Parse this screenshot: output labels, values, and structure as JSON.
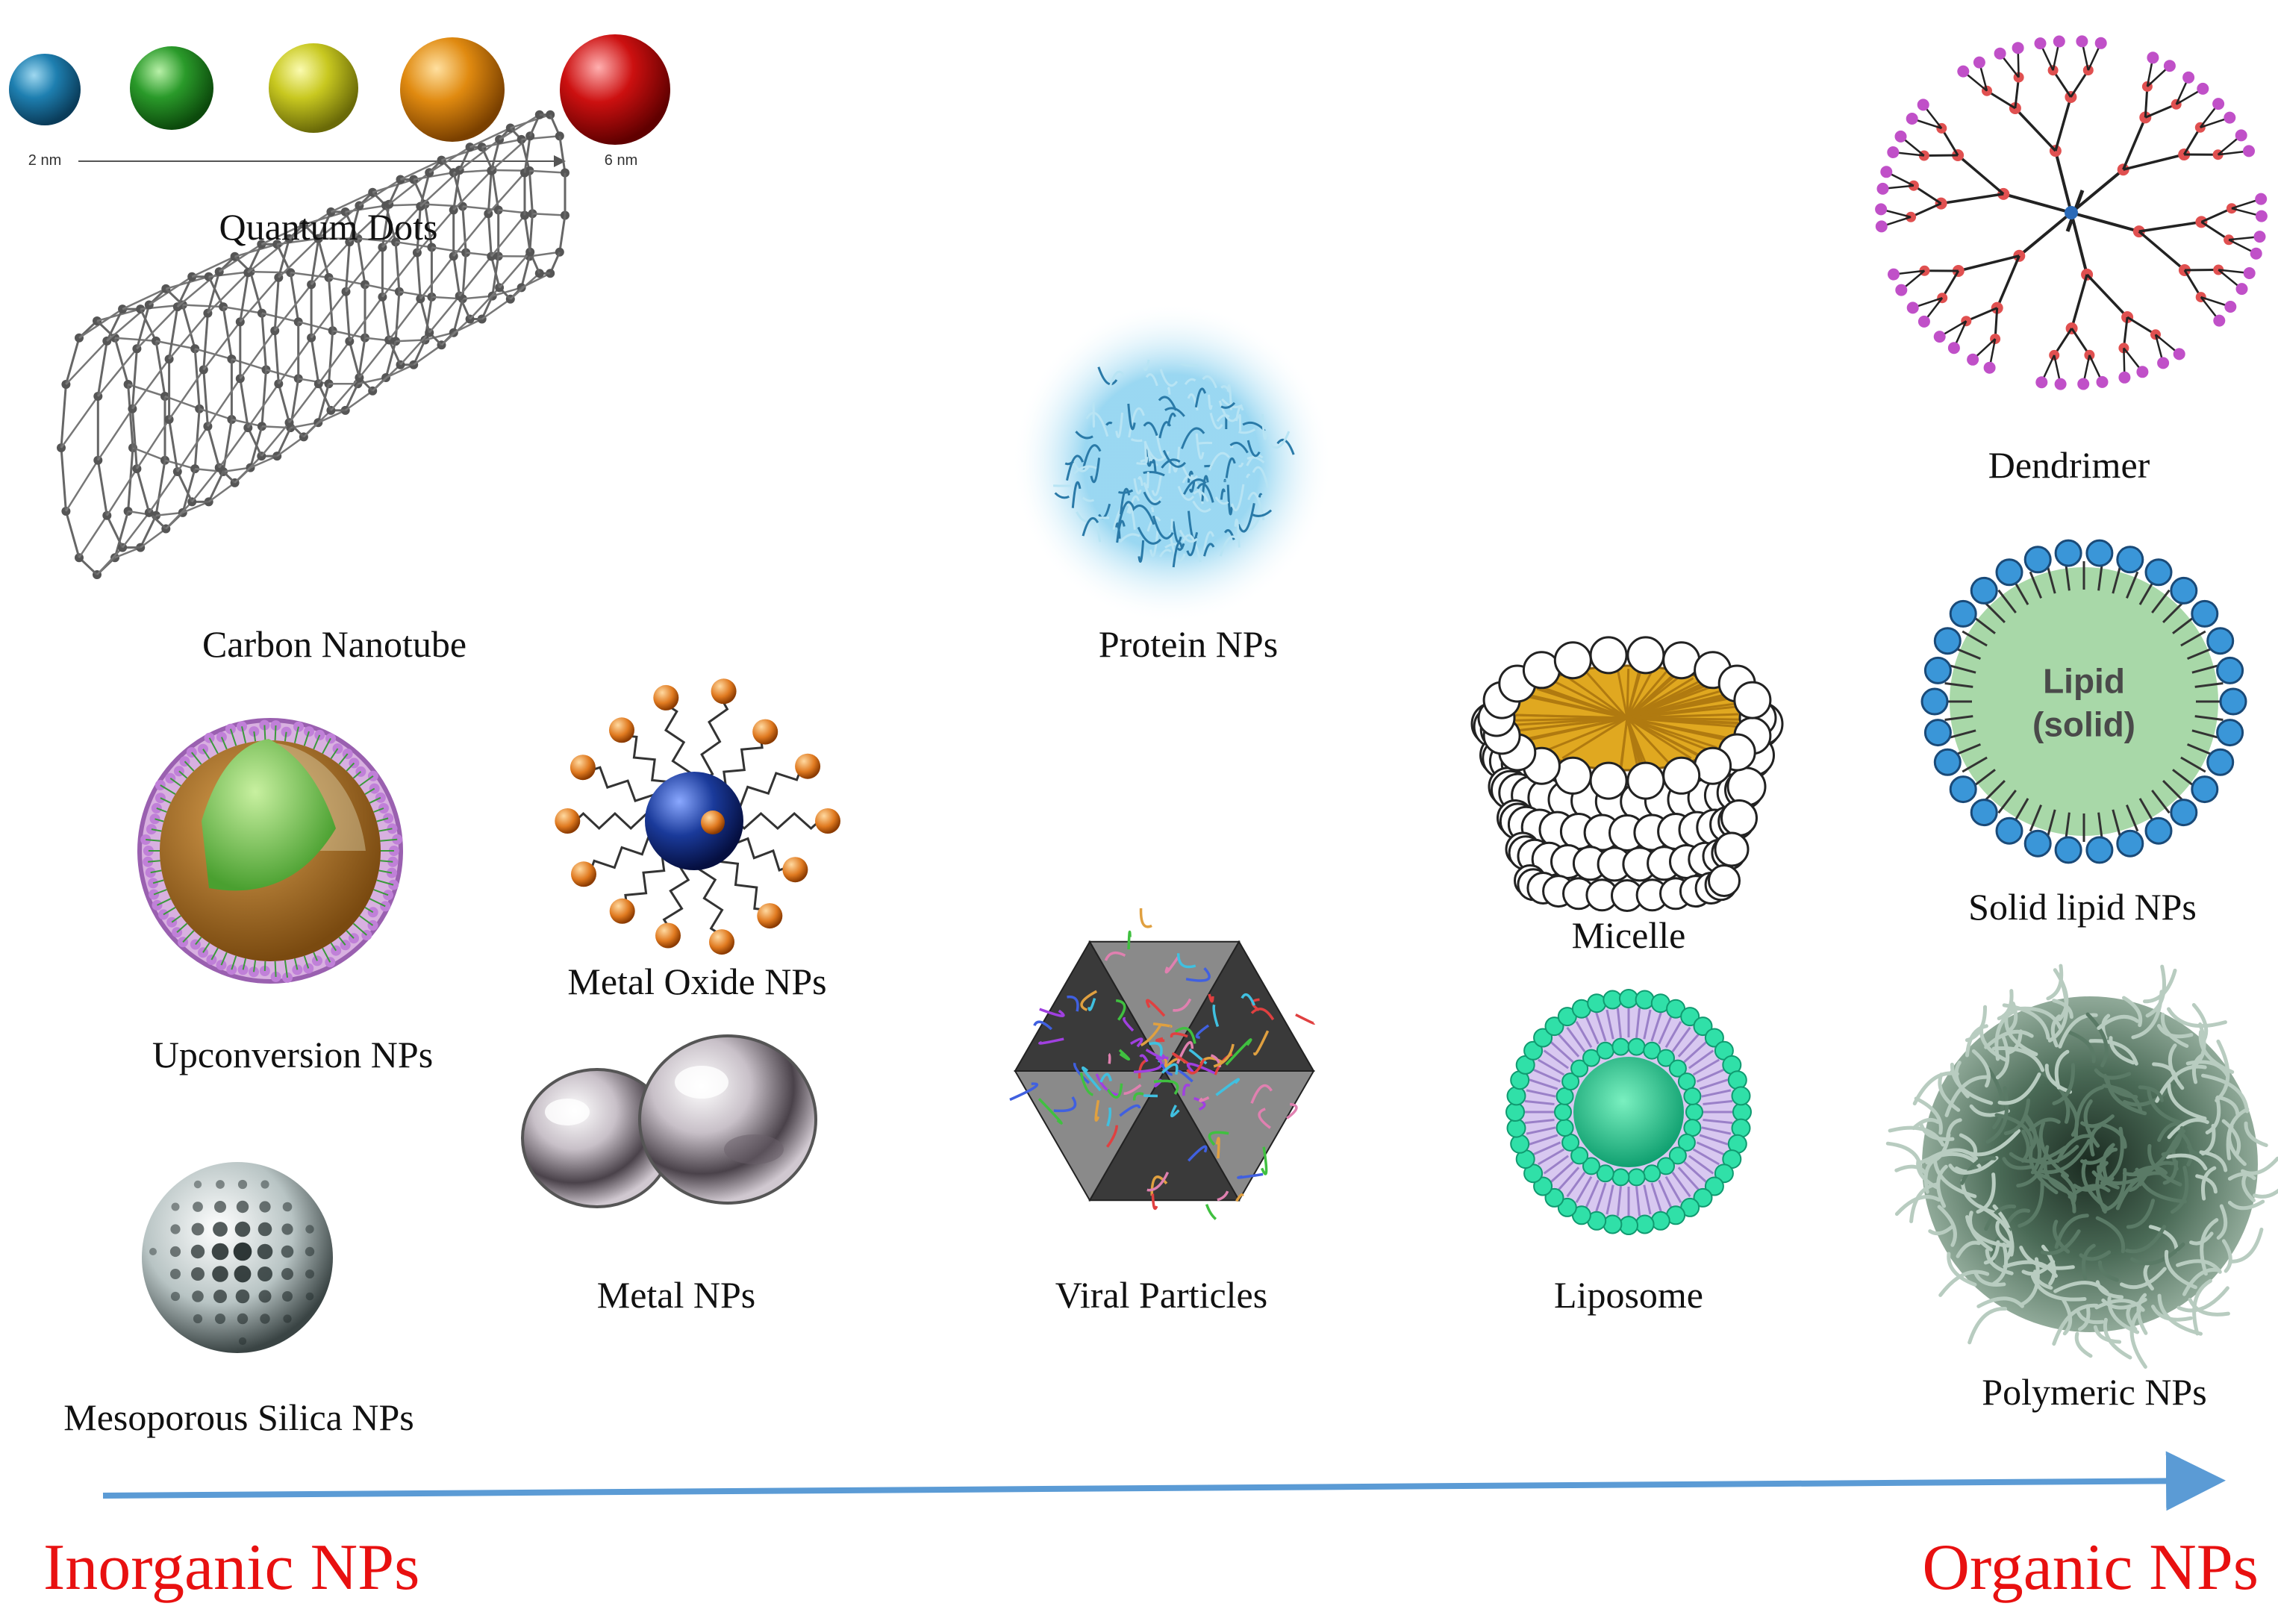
{
  "quantum_dots": {
    "label": "Quantum Dots",
    "scale_min": "2 nm",
    "scale_max": "6 nm",
    "dot_colors": [
      "#1e7fb0",
      "#2a9a2a",
      "#c8c820",
      "#e08a10",
      "#cc1010"
    ]
  },
  "particles": {
    "carbon_nanotube": "Carbon Nanotube",
    "protein": "Protein NPs",
    "dendrimer": "Dendrimer",
    "upconversion": "Upconversion NPs",
    "metal_oxide": "Metal Oxide NPs",
    "micelle": "Micelle",
    "solid_lipid": "Solid lipid NPs",
    "solid_lipid_core_line1": "Lipid",
    "solid_lipid_core_line2": "(solid)",
    "mesoporous_silica": "Mesoporous Silica NPs",
    "metal": "Metal NPs",
    "viral": "Viral Particles",
    "liposome": "Liposome",
    "polymeric": "Polymeric NPs"
  },
  "axis": {
    "left_label": "Inorganic NPs",
    "right_label": "Organic NPs",
    "label_color": "#e81010",
    "arrow_color": "#5b9bd5"
  }
}
